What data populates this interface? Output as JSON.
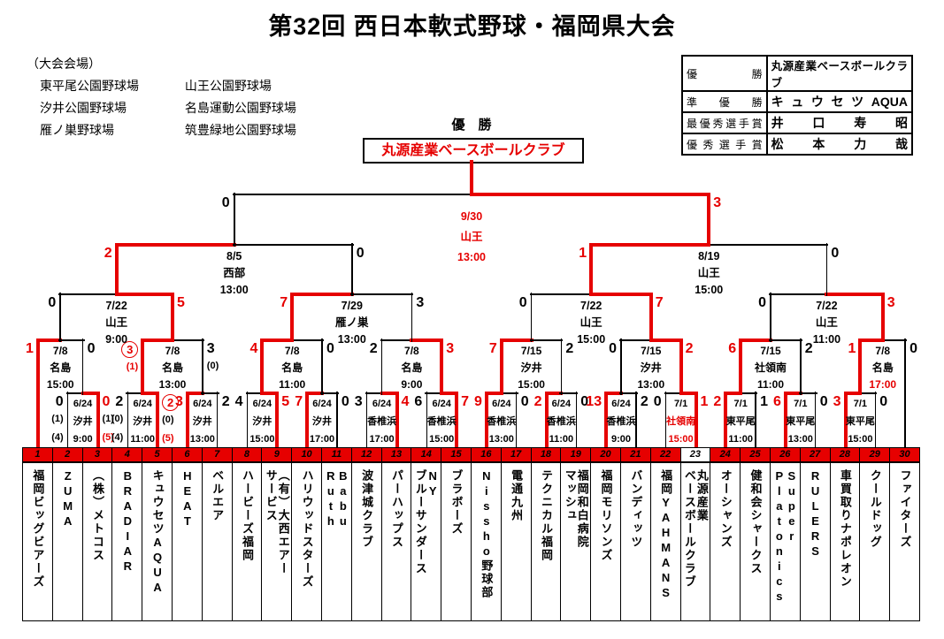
{
  "title": "第32回 西日本軟式野球・福岡県大会",
  "venues": {
    "heading": "（大会会場）",
    "col1": [
      "東平尾公園野球場",
      "汐井公園野球場",
      "雁ノ巣野球場"
    ],
    "col2": [
      "山王公園野球場",
      "名島運動公園野球場",
      "筑豊緑地公園野球場"
    ]
  },
  "awards": {
    "rows": [
      {
        "label": "優勝",
        "value": "丸源産業ベースボールクラブ"
      },
      {
        "label": "準優勝",
        "value": "キュウセツAQUA"
      },
      {
        "label": "最優秀選手賞",
        "value": "井口寿昭"
      },
      {
        "label": "優秀選手賞",
        "value": "松本力哉"
      }
    ]
  },
  "champion": {
    "label": "優　勝",
    "name": "丸源産業ベースボールクラブ"
  },
  "teams": [
    {
      "no": "1",
      "name": "福岡ビッグビアーズ"
    },
    {
      "no": "2",
      "name": "ZUMA"
    },
    {
      "no": "3",
      "name": "（株）メトコス"
    },
    {
      "no": "4",
      "name": "BRADIAR"
    },
    {
      "no": "5",
      "name": "キュウセツAQUA"
    },
    {
      "no": "6",
      "name": "HEAT"
    },
    {
      "no": "7",
      "name": "ベルエア"
    },
    {
      "no": "8",
      "name": "ハービーズ福岡"
    },
    {
      "no": "9",
      "name": "（有）大西エアー\nサービス"
    },
    {
      "no": "10",
      "name": "ハリウッドスターズ"
    },
    {
      "no": "11",
      "name": "Babu Ruth"
    },
    {
      "no": "12",
      "name": "波津城クラブ"
    },
    {
      "no": "13",
      "name": "パーハップス"
    },
    {
      "no": "14",
      "name": "NY\nブルーサンダース"
    },
    {
      "no": "15",
      "name": "ブラボーズ"
    },
    {
      "no": "16",
      "name": "Nissho野球部"
    },
    {
      "no": "17",
      "name": "電通九州"
    },
    {
      "no": "18",
      "name": "テクニカル福岡"
    },
    {
      "no": "19",
      "name": "福岡和白病院\nマッシュ"
    },
    {
      "no": "20",
      "name": "福岡モリソンズ"
    },
    {
      "no": "21",
      "name": "バンディッツ"
    },
    {
      "no": "22",
      "name": "福岡YAHMANS"
    },
    {
      "no": "23",
      "name": "丸源産業\nベースボールクラブ",
      "highlight": true
    },
    {
      "no": "24",
      "name": "オーシャンズ"
    },
    {
      "no": "25",
      "name": "健和会シャークス"
    },
    {
      "no": "26",
      "name": "Super\nPlatonics"
    },
    {
      "no": "27",
      "name": "RULERS"
    },
    {
      "no": "28",
      "name": "車買取りナポレオン"
    },
    {
      "no": "29",
      "name": "クールドッグ"
    },
    {
      "no": "30",
      "name": "ファイターズ"
    }
  ],
  "bracket": {
    "red": "#e60000",
    "black": "#000000",
    "matches": [
      {
        "id": "f1",
        "round": "r1",
        "left": {
          "t": 2
        },
        "right": {
          "t": 3
        },
        "date": "6/24",
        "venue": "汐井",
        "time": "9:00",
        "win": "R",
        "sL": {
          "v": "0",
          "subs": [
            "(1)",
            "(4)"
          ],
          "subsRed": [
            false,
            false
          ]
        },
        "sR": {
          "v": "0",
          "r": true,
          "subs": [
            "(1)",
            "(5)"
          ],
          "subsRed": [
            false,
            true
          ]
        }
      },
      {
        "id": "f2",
        "round": "r1",
        "left": {
          "t": 4
        },
        "right": {
          "t": 5
        },
        "date": "6/24",
        "venue": "汐井",
        "time": "11:00",
        "win": "R",
        "sL": {
          "v": "2",
          "subs": [
            "(0)",
            "(4)"
          ],
          "subsRed": [
            false,
            false
          ]
        },
        "sR": {
          "v": "2",
          "r": true,
          "c": true,
          "subs": [
            "(0)",
            "(5)"
          ],
          "subsRed": [
            false,
            true
          ]
        }
      },
      {
        "id": "f3",
        "round": "r1",
        "left": {
          "t": 6
        },
        "right": {
          "t": 7
        },
        "date": "6/24",
        "venue": "汐井",
        "time": "13:00",
        "win": "L",
        "sL": {
          "v": "3",
          "r": true
        },
        "sR": {
          "v": "2"
        }
      },
      {
        "id": "f4",
        "round": "r1",
        "left": {
          "t": 8
        },
        "right": {
          "t": 9
        },
        "date": "6/24",
        "venue": "汐井",
        "time": "15:00",
        "win": "R",
        "sL": {
          "v": "4"
        },
        "sR": {
          "v": "5",
          "r": true
        }
      },
      {
        "id": "f5",
        "round": "r1",
        "left": {
          "t": 10
        },
        "right": {
          "t": 11
        },
        "date": "6/24",
        "venue": "汐井",
        "time": "17:00",
        "win": "L",
        "sL": {
          "v": "7",
          "r": true
        },
        "sR": {
          "v": "0"
        }
      },
      {
        "id": "f6",
        "round": "r1",
        "left": {
          "t": 12
        },
        "right": {
          "t": 13
        },
        "date": "6/24",
        "venue": "香椎浜",
        "time": "17:00",
        "win": "R",
        "sL": {
          "v": "3"
        },
        "sR": {
          "v": "4",
          "r": true
        }
      },
      {
        "id": "f7",
        "round": "r1",
        "left": {
          "t": 14
        },
        "right": {
          "t": 15
        },
        "date": "6/24",
        "venue": "香椎浜",
        "time": "15:00",
        "win": "R",
        "sL": {
          "v": "6"
        },
        "sR": {
          "v": "7",
          "r": true
        }
      },
      {
        "id": "f8",
        "round": "r1",
        "left": {
          "t": 16
        },
        "right": {
          "t": 17
        },
        "date": "6/24",
        "venue": "香椎浜",
        "time": "13:00",
        "win": "L",
        "sL": {
          "v": "9",
          "r": true
        },
        "sR": {
          "v": "0"
        }
      },
      {
        "id": "f9",
        "round": "r1",
        "left": {
          "t": 18
        },
        "right": {
          "t": 19
        },
        "date": "6/24",
        "venue": "香椎浜",
        "time": "11:00",
        "win": "L",
        "sL": {
          "v": "2",
          "r": true
        },
        "sR": {
          "v": "0"
        }
      },
      {
        "id": "f10",
        "round": "r1",
        "left": {
          "t": 20
        },
        "right": {
          "t": 21
        },
        "date": "6/24",
        "venue": "香椎浜",
        "time": "9:00",
        "win": "L",
        "sL": {
          "v": "13",
          "r": true
        },
        "sR": {
          "v": "2"
        }
      },
      {
        "id": "f11",
        "round": "r1",
        "left": {
          "t": 22
        },
        "right": {
          "t": 23
        },
        "date": "7/1",
        "venue": "社領南",
        "time": "15:00",
        "rd": {
          "v": true,
          "t": true
        },
        "win": "R",
        "sL": {
          "v": "0"
        },
        "sR": {
          "v": "1",
          "r": true
        }
      },
      {
        "id": "f12",
        "round": "r1",
        "left": {
          "t": 24
        },
        "right": {
          "t": 25
        },
        "date": "7/1",
        "venue": "東平尾",
        "time": "11:00",
        "win": "L",
        "sL": {
          "v": "2",
          "r": true
        },
        "sR": {
          "v": "1"
        }
      },
      {
        "id": "f13",
        "round": "r1",
        "left": {
          "t": 26
        },
        "right": {
          "t": 27
        },
        "date": "7/1",
        "venue": "東平尾",
        "time": "13:00",
        "win": "L",
        "sL": {
          "v": "6",
          "r": true
        },
        "sR": {
          "v": "0"
        }
      },
      {
        "id": "f14",
        "round": "r1",
        "left": {
          "t": 28
        },
        "right": {
          "t": 29
        },
        "date": "7/1",
        "venue": "東平尾",
        "time": "15:00",
        "win": "L",
        "sL": {
          "v": "3",
          "r": true
        },
        "sR": {
          "v": "0"
        }
      },
      {
        "id": "g1",
        "round": "r2",
        "left": {
          "t": 1
        },
        "right": {
          "m": "f1"
        },
        "date": "7/8",
        "venue": "名島",
        "time": "15:00",
        "win": "L",
        "sL": {
          "v": "1",
          "r": true
        },
        "sR": {
          "v": "0"
        }
      },
      {
        "id": "g2",
        "round": "r2",
        "left": {
          "m": "f2"
        },
        "right": {
          "m": "f3"
        },
        "date": "7/8",
        "venue": "名島",
        "time": "13:00",
        "win": "L",
        "sL": {
          "v": "3",
          "r": true,
          "c": true,
          "subs": [
            "(1)"
          ],
          "subsRed": [
            true
          ]
        },
        "sR": {
          "v": "3",
          "subs": [
            "(0)"
          ],
          "subsRed": [
            false
          ]
        }
      },
      {
        "id": "g3",
        "round": "r2",
        "left": {
          "m": "f4"
        },
        "right": {
          "m": "f5"
        },
        "date": "7/8",
        "venue": "名島",
        "time": "11:00",
        "win": "L",
        "sL": {
          "v": "4",
          "r": true
        },
        "sR": {
          "v": "0"
        }
      },
      {
        "id": "g4",
        "round": "r2",
        "left": {
          "m": "f6"
        },
        "right": {
          "m": "f7"
        },
        "date": "7/8",
        "venue": "名島",
        "time": "9:00",
        "win": "R",
        "sL": {
          "v": "2"
        },
        "sR": {
          "v": "3",
          "r": true
        }
      },
      {
        "id": "g5",
        "round": "r2",
        "left": {
          "m": "f8"
        },
        "right": {
          "m": "f9"
        },
        "date": "7/15",
        "venue": "汐井",
        "time": "15:00",
        "win": "L",
        "sL": {
          "v": "7",
          "r": true
        },
        "sR": {
          "v": "2"
        }
      },
      {
        "id": "g6",
        "round": "r2",
        "left": {
          "m": "f10"
        },
        "right": {
          "m": "f11"
        },
        "date": "7/15",
        "venue": "汐井",
        "time": "13:00",
        "win": "R",
        "sL": {
          "v": "0"
        },
        "sR": {
          "v": "2",
          "r": true
        }
      },
      {
        "id": "g7",
        "round": "r2",
        "left": {
          "m": "f12"
        },
        "right": {
          "m": "f13"
        },
        "date": "7/15",
        "venue": "社領南",
        "time": "11:00",
        "win": "L",
        "sL": {
          "v": "6",
          "r": true
        },
        "sR": {
          "v": "2"
        }
      },
      {
        "id": "g8",
        "round": "r2",
        "left": {
          "m": "f14"
        },
        "right": {
          "t": 30
        },
        "date": "7/8",
        "venue": "名島",
        "time": "17:00",
        "rd": {
          "t": true
        },
        "win": "L",
        "sL": {
          "v": "1",
          "r": true
        },
        "sR": {
          "v": "0"
        }
      },
      {
        "id": "q1",
        "round": "qf",
        "left": {
          "m": "g1"
        },
        "right": {
          "m": "g2"
        },
        "date": "7/22",
        "venue": "山王",
        "time": "9:00",
        "win": "R",
        "sL": {
          "v": "0"
        },
        "sR": {
          "v": "5",
          "r": true
        }
      },
      {
        "id": "q2",
        "round": "qf",
        "left": {
          "m": "g3"
        },
        "right": {
          "m": "g4"
        },
        "date": "7/29",
        "venue": "雁ノ巣",
        "time": "13:00",
        "win": "L",
        "sL": {
          "v": "7",
          "r": true
        },
        "sR": {
          "v": "3"
        }
      },
      {
        "id": "q3",
        "round": "qf",
        "left": {
          "m": "g5"
        },
        "right": {
          "m": "g6"
        },
        "date": "7/22",
        "venue": "山王",
        "time": "15:00",
        "win": "R",
        "sL": {
          "v": "0"
        },
        "sR": {
          "v": "7",
          "r": true
        }
      },
      {
        "id": "q4",
        "round": "qf",
        "left": {
          "m": "g7"
        },
        "right": {
          "m": "g8"
        },
        "date": "7/22",
        "venue": "山王",
        "time": "11:00",
        "win": "R",
        "sL": {
          "v": "0"
        },
        "sR": {
          "v": "3",
          "r": true
        }
      },
      {
        "id": "s1",
        "round": "sf",
        "left": {
          "m": "q1"
        },
        "right": {
          "m": "q2"
        },
        "date": "8/5",
        "venue": "西部",
        "time": "13:00",
        "win": "L",
        "sL": {
          "v": "2",
          "r": true
        },
        "sR": {
          "v": "0"
        }
      },
      {
        "id": "s2",
        "round": "sf",
        "left": {
          "m": "q3"
        },
        "right": {
          "m": "q4"
        },
        "date": "8/19",
        "venue": "山王",
        "time": "15:00",
        "win": "L",
        "sL": {
          "v": "1",
          "r": true
        },
        "sR": {
          "v": "0"
        }
      },
      {
        "id": "fin",
        "round": "f",
        "left": {
          "m": "s1"
        },
        "right": {
          "m": "s2"
        },
        "date": "9/30",
        "venue": "山王",
        "time": "13:00",
        "rd": {
          "d": true,
          "v": true,
          "t": true
        },
        "win": "R",
        "sL": {
          "v": "0"
        },
        "sR": {
          "v": "3",
          "r": true
        }
      }
    ]
  }
}
